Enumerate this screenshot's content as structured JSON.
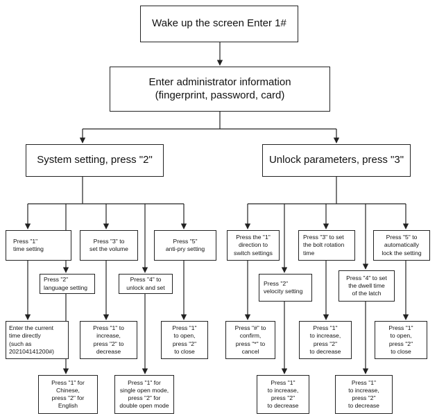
{
  "nodes": {
    "wake": [
      "Wake up the screen Enter 1#"
    ],
    "admin": [
      "Enter administrator information",
      "(fingerprint, password, card)"
    ],
    "system": [
      "System setting, press \"2\""
    ],
    "unlock": [
      "Unlock parameters, press \"3\""
    ],
    "s1": [
      "Press \"1\"",
      "time setting"
    ],
    "s2": [
      "Press \"2\"",
      "language setting"
    ],
    "s3": [
      "Press \"3\" to",
      "set the volume"
    ],
    "s4": [
      "Press \"4\" to",
      "unlock and set"
    ],
    "s5": [
      "Press \"5\"",
      "anti-pry setting"
    ],
    "s1a": [
      "Enter the current",
      "time directly",
      "(such as",
      "202104141200#)"
    ],
    "s2a": [
      "Press \"1\" for",
      "Chinese,",
      "press \"2\" for",
      "English"
    ],
    "s3a": [
      "Press \"1\" to",
      "increase,",
      "press \"2\" to",
      "decrease"
    ],
    "s4a": [
      "Press \"1\" for",
      "single open mode,",
      "press \"2\" for",
      "double open mode"
    ],
    "s5a": [
      "Press \"1\"",
      "to open,",
      "press \"2\"",
      "to close"
    ],
    "u1": [
      "Press the \"1\"",
      "direction to",
      "switch settings"
    ],
    "u2": [
      "Press \"2\"",
      "velocity setting"
    ],
    "u3": [
      "Press \"3\" to set",
      "the bolt rotation",
      "time"
    ],
    "u4": [
      "Press \"4\" to set",
      "the dwell time",
      "of the latch"
    ],
    "u5": [
      "Press \"5\" to",
      "automatically",
      "lock the setting"
    ],
    "u1a": [
      "Press \"#\" to",
      "confirm,",
      "press \"*\" to",
      "cancel"
    ],
    "u2a": [
      "Press \"1\"",
      "to increase,",
      "press \"2\"",
      "to decrease"
    ],
    "u3a": [
      "Press \"1\"",
      "to increase,",
      "press \"2\"",
      "to decrease"
    ],
    "u4a": [
      "Press \"1\"",
      "to increase,",
      "press \"2\"",
      "to decrease"
    ],
    "u5a": [
      "Press \"1\"",
      "to open,",
      "press \"2\"",
      "to close"
    ]
  },
  "arrows": [
    [
      "wake",
      "admin"
    ],
    [
      "admin",
      "system"
    ],
    [
      "admin",
      "unlock"
    ],
    [
      "system",
      "s1"
    ],
    [
      "system",
      "s2"
    ],
    [
      "system",
      "s3"
    ],
    [
      "system",
      "s4"
    ],
    [
      "system",
      "s5"
    ],
    [
      "s1",
      "s1a"
    ],
    [
      "s2",
      "s2a"
    ],
    [
      "s3",
      "s3a"
    ],
    [
      "s4",
      "s4a"
    ],
    [
      "s5",
      "s5a"
    ],
    [
      "unlock",
      "u1"
    ],
    [
      "unlock",
      "u2"
    ],
    [
      "unlock",
      "u3"
    ],
    [
      "unlock",
      "u4"
    ],
    [
      "unlock",
      "u5"
    ],
    [
      "u1",
      "u1a"
    ],
    [
      "u2",
      "u2a"
    ],
    [
      "u3",
      "u3a"
    ],
    [
      "u4",
      "u4a"
    ],
    [
      "u5",
      "u5a"
    ]
  ]
}
